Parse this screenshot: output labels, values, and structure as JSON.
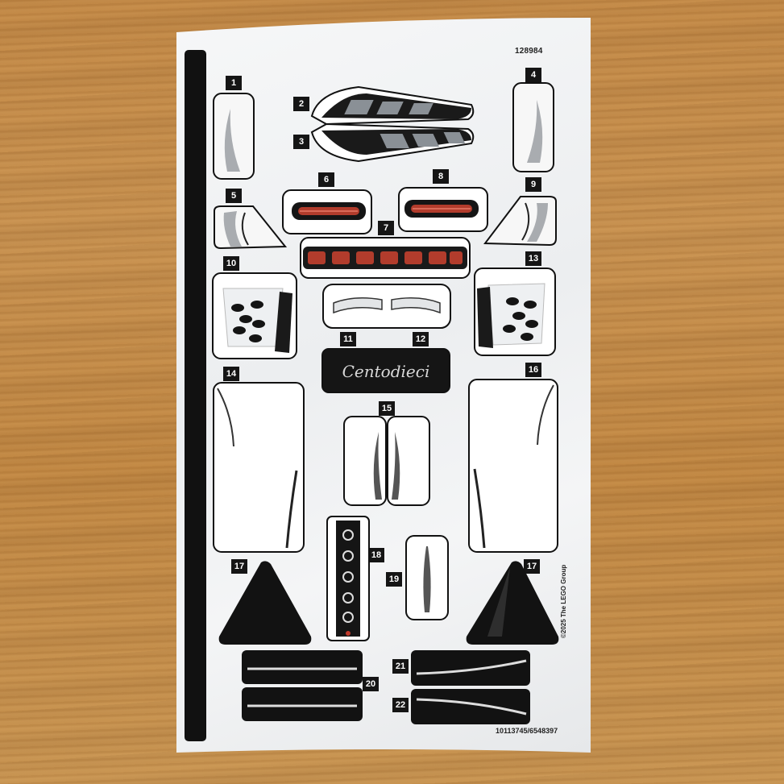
{
  "sheet": {
    "code_top": "128984",
    "code_bottom": "10113745/6548397",
    "copyright": "©2025 The LEGO Group",
    "script_text": "Centodieci"
  },
  "labels": [
    "1",
    "2",
    "3",
    "4",
    "5",
    "6",
    "7",
    "8",
    "9",
    "10",
    "11",
    "12",
    "13",
    "14",
    "15",
    "16",
    "17",
    "17",
    "18",
    "19",
    "20",
    "21",
    "22"
  ],
  "colors": {
    "wood": "#c48a47",
    "sheet": "#eef0f1",
    "ink": "#111111",
    "taillight": "#c0392b"
  }
}
